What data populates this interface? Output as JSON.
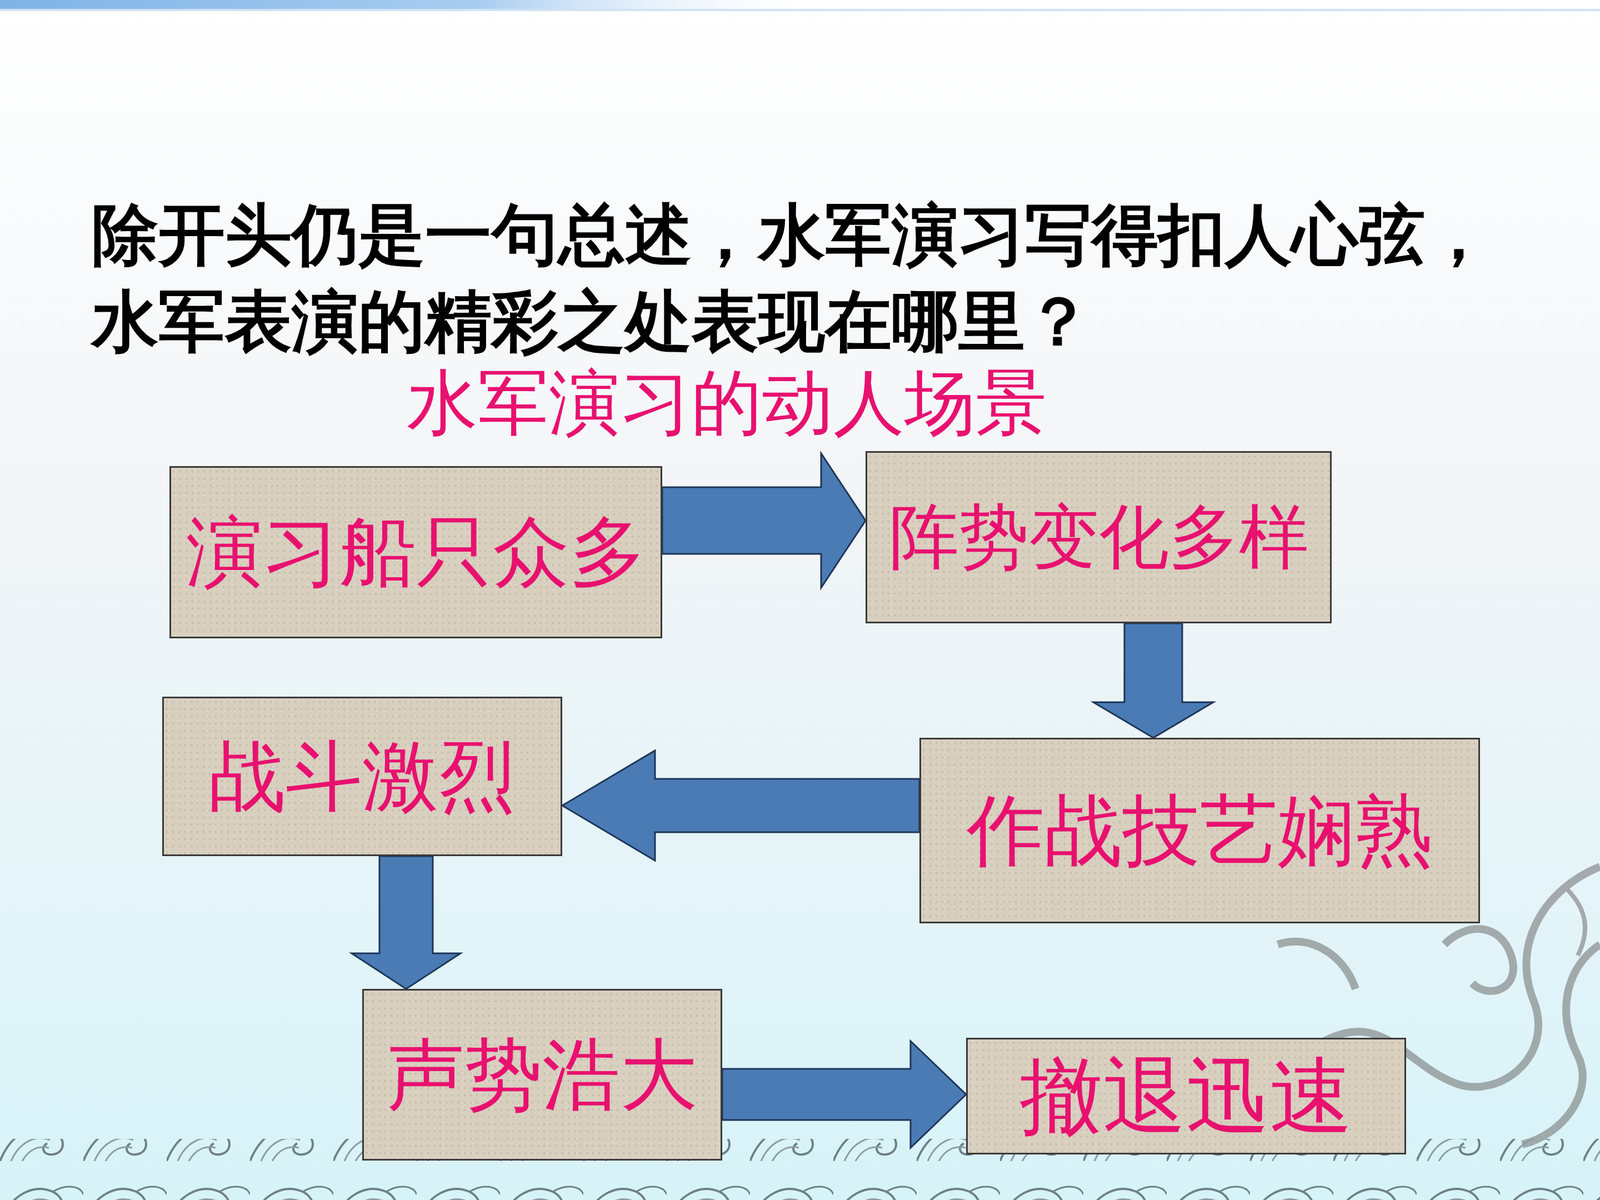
{
  "diagram": {
    "title": "水军演习的动人场景",
    "nodes": [
      {
        "text": [
          "演习船只众多"
        ]
      },
      {
        "text": [
          "阵势变化多样"
        ]
      },
      {
        "text": [
          "作战技艺娴熟"
        ]
      },
      {
        "text": [
          "战斗激烈"
        ]
      },
      {
        "text": [
          "声势浩大"
        ]
      },
      {
        "text": [
          "撤退迅速"
        ]
      }
    ],
    "edges": [
      {
        "from": 0,
        "to": 1,
        "arrow": "to"
      },
      {
        "from": 1,
        "to": 2,
        "arrow": "to"
      },
      {
        "from": 2,
        "to": 3,
        "arrow": "to"
      },
      {
        "from": 3,
        "to": 4,
        "arrow": "to"
      },
      {
        "from": 4,
        "to": 5,
        "arrow": "to"
      }
    ],
    "labels": [
      "除开头仍是一句总述，水军演习写得扣人心弦，水军表演的精彩之处表现在哪里？"
    ]
  }
}
